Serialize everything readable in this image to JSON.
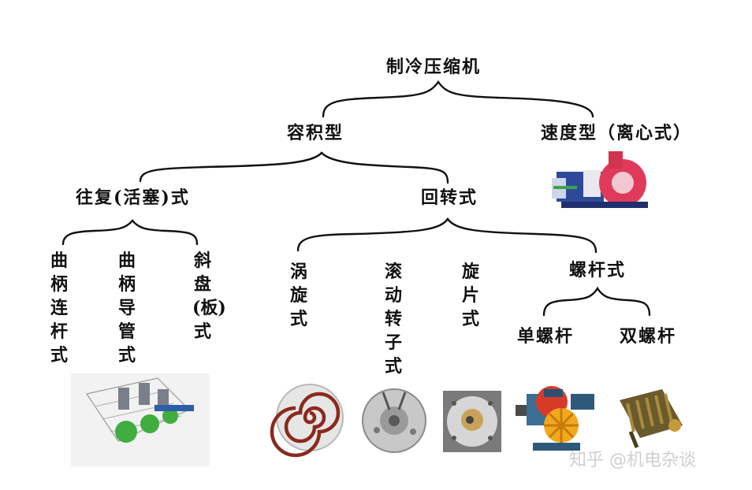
{
  "root": "制冷压缩机",
  "level1": {
    "left": "容积型",
    "right": "速度型（离心式）"
  },
  "level2": {
    "left": "往复(活塞)式",
    "right": "回转式"
  },
  "reciprocating": {
    "items": [
      "曲柄连杆式",
      "曲柄导管式",
      "斜盘(板)式"
    ]
  },
  "rotary": {
    "items": [
      "涡旋式",
      "滚动转子式",
      "旋片式"
    ],
    "screw": {
      "label": "螺杆式",
      "items": [
        "单螺杆",
        "双螺杆"
      ]
    }
  },
  "watermark": "知乎 @机电杂谈",
  "colors": {
    "line": "#111111",
    "text": "#111111",
    "watermark": "#cfcfcf"
  }
}
